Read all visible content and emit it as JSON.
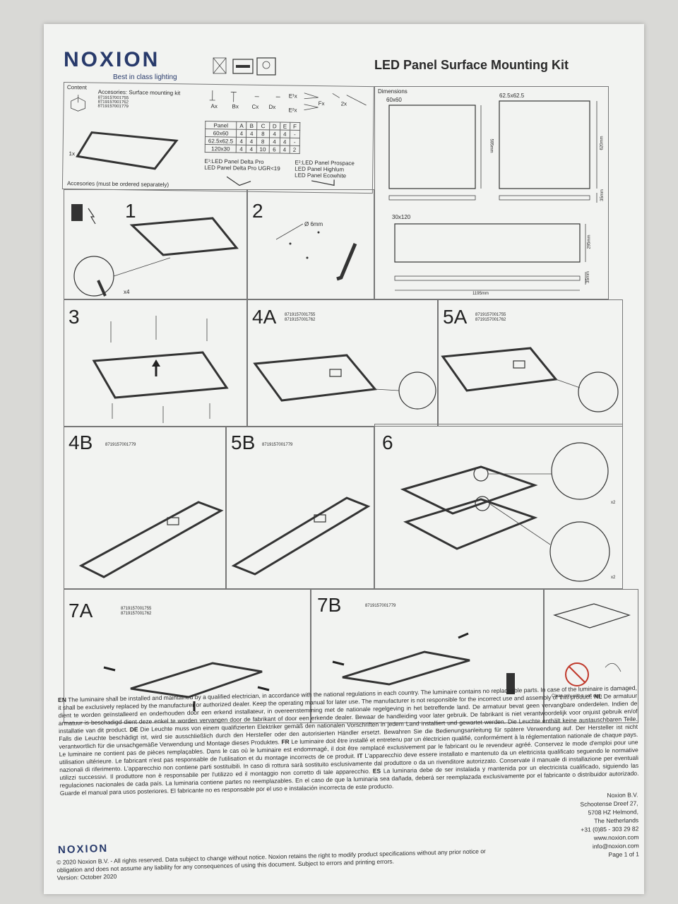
{
  "header": {
    "brand": "NOXION",
    "tagline": "Best in class lighting",
    "title": "LED Panel Surface Mounting Kit"
  },
  "content_box": {
    "label": "Content",
    "accessories_title": "Accesories: Surface mounting kit",
    "codes": [
      "8719157001755",
      "8719157001762",
      "8719157001779"
    ],
    "quantity": "1x",
    "accessories_note": "Accesories (must be ordered separately)",
    "part_labels": [
      "Ax",
      "Bx",
      "Cx",
      "Dx",
      "E¹x",
      "E²x",
      "Fx",
      "2x"
    ],
    "table": {
      "headers": [
        "Panel",
        "A",
        "B",
        "C",
        "D",
        "E",
        "F"
      ],
      "rows": [
        [
          "60x60",
          "4",
          "4",
          "8",
          "4",
          "4",
          "-"
        ],
        [
          "62.5x62.5",
          "4",
          "4",
          "8",
          "4",
          "4",
          "-"
        ],
        [
          "120x30",
          "4",
          "4",
          "10",
          "6",
          "4",
          "2"
        ]
      ]
    },
    "e1_note": [
      "E¹:LED Panel Delta Pro",
      "LED Panel Delta Pro UGR<19"
    ],
    "e2_note": [
      "E²:LED Panel Prospace",
      "LED Panel Highlum",
      "LED Panel Ecowhite"
    ]
  },
  "dimensions": {
    "label": "Dimensions",
    "panel1": "60x60",
    "panel2": "62.5x62.5",
    "panel3": "30x120",
    "d1": "595mm",
    "d2": "620mm",
    "d3": "35mm",
    "d4": "295mm",
    "d5": "35mm",
    "d6": "1195mm"
  },
  "steps": {
    "s1": "1",
    "s1_qty": "x4",
    "s2": "2",
    "s2_drill": "Ø 6mm",
    "s3": "3",
    "s4a": "4A",
    "s4a_codes": [
      "8719157001755",
      "8719157001762"
    ],
    "s5a": "5A",
    "s5a_codes": [
      "8719157001755",
      "8719157001762"
    ],
    "s4b": "4B",
    "s4b_code": "8719157001779",
    "s5b": "5B",
    "s5b_code": "8719157001779",
    "s6": "6",
    "s6_x2a": "x2",
    "s6_x2b": "x2",
    "s7a": "7A",
    "s7a_codes": [
      "8719157001755",
      "8719157001762"
    ],
    "s7b": "7B",
    "s7b_code": "8719157001779",
    "clean": "Clean only with a soft cloth"
  },
  "legal": {
    "en_tag": "EN",
    "en": "The luminaire shall be installed and maintained by a qualified electrician, in accordance with the national regulations in each country. The luminaire contains no replaceable parts. In case of the luminaire is damaged, it shall be exclusively replaced by the manufacturer or authorized dealer. Keep the operating manual for later use. The manufacturer is not responsible for the incorrect use and assembly of this product.",
    "nl_tag": "NL",
    "nl": "De armatuur dient te worden geïnstalleerd en onderhouden door een erkend installateur, in overeenstemming met de nationale regelgeving in het betreffende land. De armatuur bevat geen vervangbare onderdelen. Indien de armatuur is beschadigd dient deze enkel te worden vervangen door de fabrikant of door een erkende dealer. Bewaar de handleiding voor later gebruik. De fabrikant is niet verantwoordelijk voor onjuist gebruik en/of installatie van dit product.",
    "de_tag": "DE",
    "de": "Die Leuchte muss von einem qualifizierten Elektriker gemäß den nationalen Vorschriften in jedem Land installiert und gewartet werden. Die Leuchte enthält keine austauschbaren Teile. Falls die Leuchte beschädigt ist, wird sie ausschließlich durch den Hersteller oder den autorisierten Händler ersetzt. Bewahren Sie die Bedienungsanleitung für spätere Verwendung auf. Der Hersteller ist nicht verantwortlich für die unsachgemäße Verwendung und Montage dieses Produktes.",
    "fr_tag": "FR",
    "fr": "Le luminaire doit être installé et entretenu par un électricien qualifié, conformément à la réglementation nationale de chaque pays. Le luminaire ne contient pas de pièces remplaçables. Dans le cas où le luminaire est endommagé, il doit être remplacé exclusivement par le fabricant ou le revendeur agréé. Conservez le mode d'emploi pour une utilisation ultérieure. Le fabricant n'est pas responsable de l'utilisation et du montage incorrects de ce produit.",
    "it_tag": "IT",
    "it": "L'apparecchio deve essere installato e mantenuto da un elettricista qualificato seguendo le normative nazionali di riferimento. L'apparecchio non contiene parti sostituibili. In caso di rottura sarà sostituito esclusivamente dal produttore o da un rivenditore autorizzato. Conservate il manuale di installazione per eventuali utilizzi successivi. Il produttore non è responsabile per l'utilizzo ed il montaggio non corretto di tale apparecchio.",
    "es_tag": "ES",
    "es": "La luminaria debe de ser instalada y mantenida por un electricista cualificado, siguiendo las regulaciones nacionales de cada país. La luminaria contiene partes no reemplazables. En el caso de que la luminaria sea dañada, deberá ser reemplazada exclusivamente por el fabricante o distribuidor autorizado. Guarde el manual para usos posteriores. El fabricante no es responsable por el uso e instalación incorrecta de este producto."
  },
  "address": {
    "lines": [
      "Noxion B.V.",
      "Schootense Dreef 27,",
      "5708 HZ Helmond,",
      "The Netherlands",
      "+31 (0)85 - 303 29 82",
      "www.noxion.com",
      "info@noxion.com",
      "Page 1 of 1"
    ]
  },
  "footer": {
    "brand": "NOXION",
    "copyright": "© 2020 Noxion B.V. - All rights reserved. Data subject to change without notice. Noxion retains the right to modify product specifications without any prior notice or obligation and does not assume any liability for any consequences of using this document. Subject to errors and printing errors.",
    "version": "Version: October 2020"
  }
}
